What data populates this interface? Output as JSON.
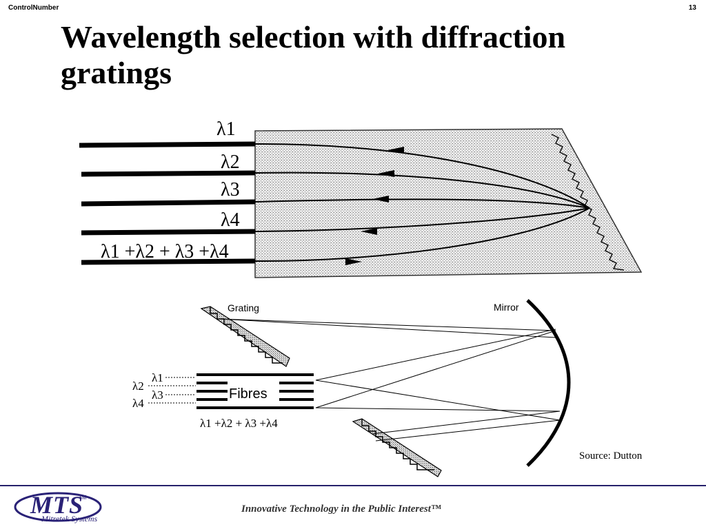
{
  "header": {
    "control_number": "ControlNumber",
    "page_number": "13"
  },
  "title": "Wavelength selection with diffraction gratings",
  "top_diagram": {
    "labels": [
      "λ1",
      "λ2",
      "λ3",
      "λ4"
    ],
    "combined": "λ1 +λ2 + λ3 +λ4"
  },
  "bottom_diagram": {
    "grating_label": "Grating",
    "mirror_label": "Mirror",
    "fibres_label": "Fibres",
    "inputs": [
      "λ1",
      "λ2",
      "λ3",
      "λ4"
    ],
    "combined": "λ1 +λ2 + λ3 +λ4"
  },
  "source": "Source: Dutton",
  "footer": {
    "logo": "MTS",
    "logo_tm": "TM",
    "logo_sub": "Mitretek Systems",
    "tagline": "Innovative Technology in the Public Interest™"
  },
  "colors": {
    "brand": "#2a2277",
    "rule": "#26206b"
  }
}
